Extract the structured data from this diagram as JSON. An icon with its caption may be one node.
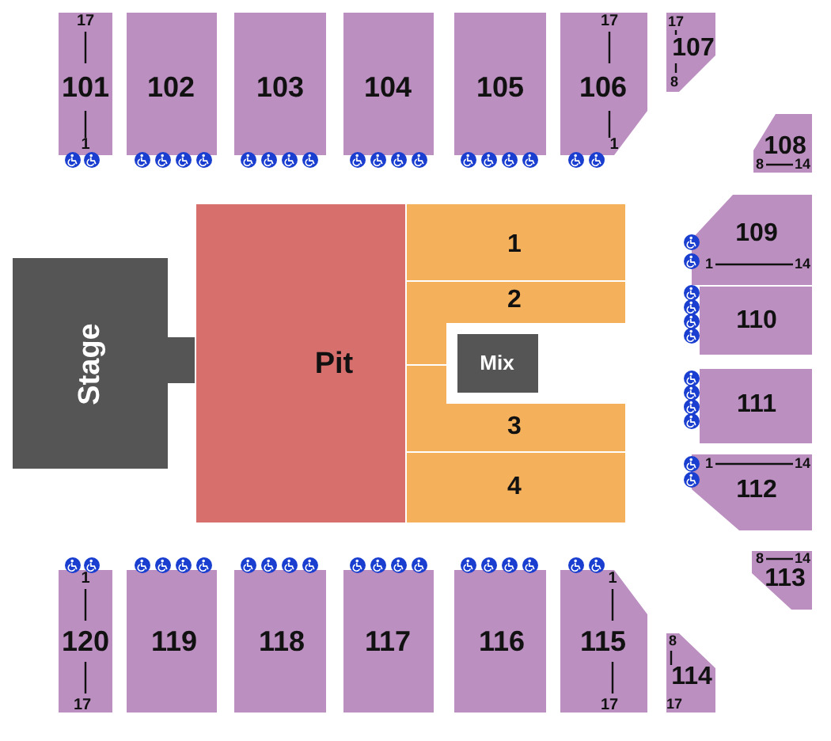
{
  "diagram": {
    "nodes": [
      {
        "text": [
          "17",
          "101",
          "1"
        ]
      },
      {
        "text": [
          "102"
        ]
      },
      {
        "text": [
          "103"
        ]
      },
      {
        "text": [
          "104"
        ]
      },
      {
        "text": [
          "105"
        ]
      },
      {
        "text": [
          "17",
          "106",
          "1"
        ]
      },
      {
        "text": [
          "17",
          "107",
          "8"
        ]
      },
      {
        "text": [
          "108",
          "8",
          "14"
        ]
      },
      {
        "text": [
          "Stage"
        ]
      },
      {
        "text": [
          "Pit"
        ]
      },
      {
        "text": [
          "1"
        ]
      },
      {
        "text": [
          "2"
        ]
      },
      {
        "text": [
          "Mix"
        ]
      },
      {
        "text": [
          "3"
        ]
      },
      {
        "text": [
          "4"
        ]
      },
      {
        "text": [
          "109",
          "1",
          "14"
        ]
      },
      {
        "text": [
          "110"
        ]
      },
      {
        "text": [
          "111"
        ]
      },
      {
        "text": [
          "1",
          "14",
          "112"
        ]
      },
      {
        "text": [
          "8",
          "14",
          "113"
        ]
      },
      {
        "text": [
          "1",
          "120",
          "17"
        ]
      },
      {
        "text": [
          "119"
        ]
      },
      {
        "text": [
          "118"
        ]
      },
      {
        "text": [
          "117"
        ]
      },
      {
        "text": [
          "116"
        ]
      },
      {
        "text": [
          "1",
          "115",
          "17"
        ]
      },
      {
        "text": [
          "8",
          "114",
          "17"
        ]
      }
    ]
  }
}
